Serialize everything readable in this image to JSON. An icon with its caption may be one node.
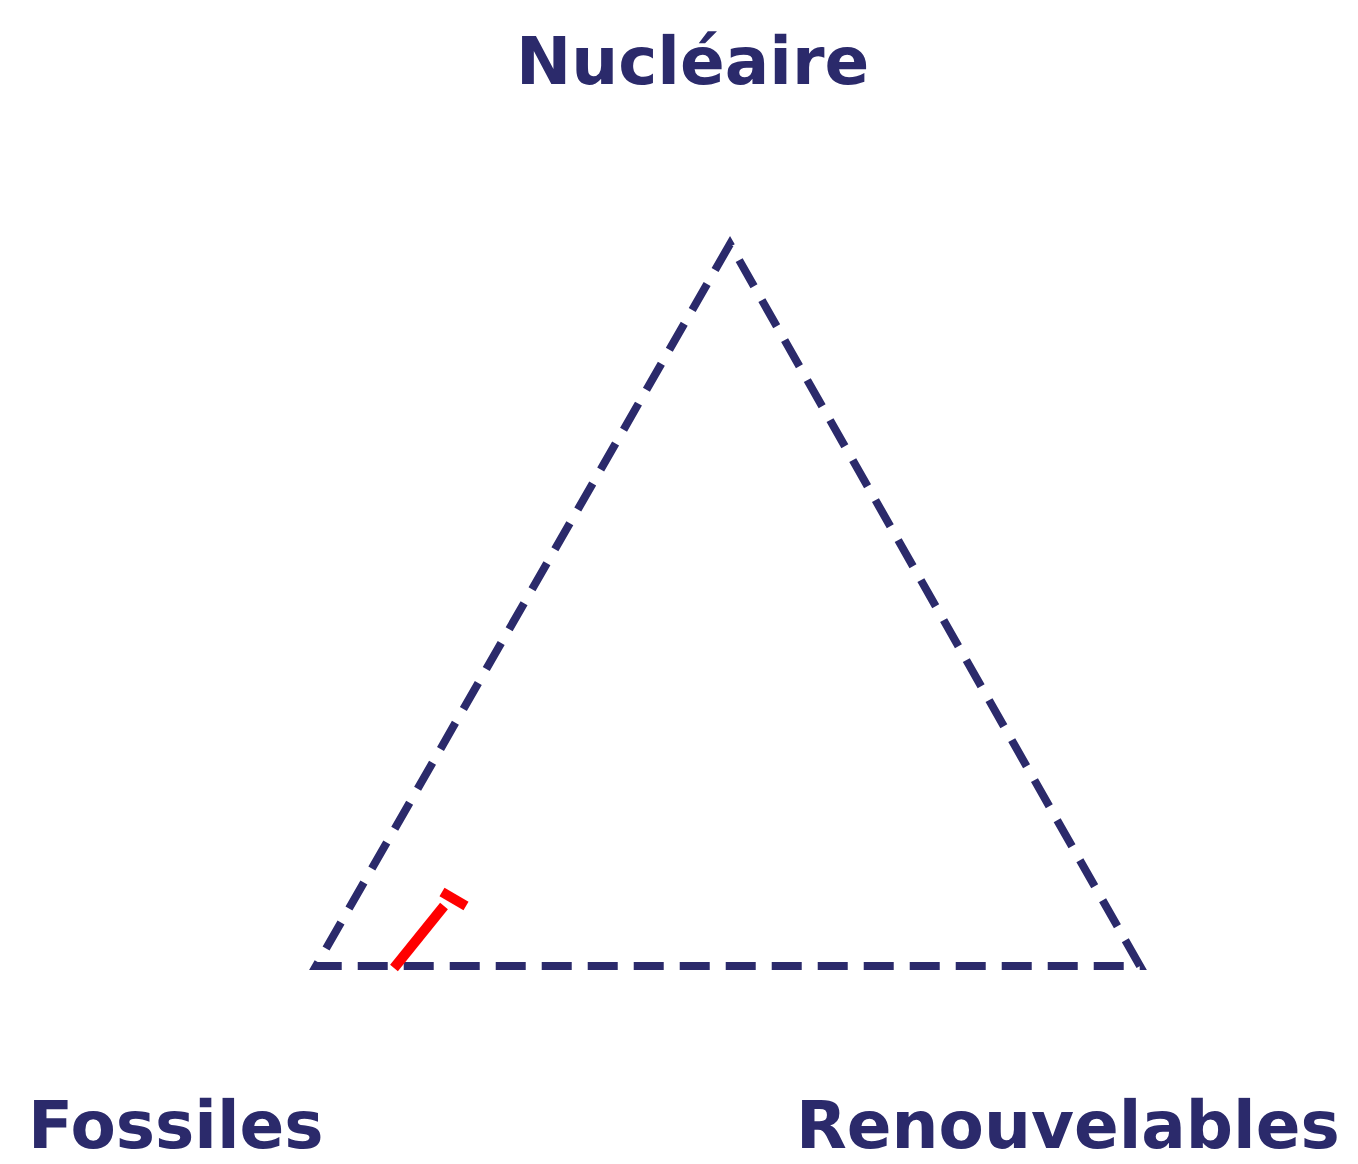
{
  "diagram": {
    "labels": [
      "Nucléaire",
      "Fossiles",
      "Renouvelables"
    ]
  }
}
